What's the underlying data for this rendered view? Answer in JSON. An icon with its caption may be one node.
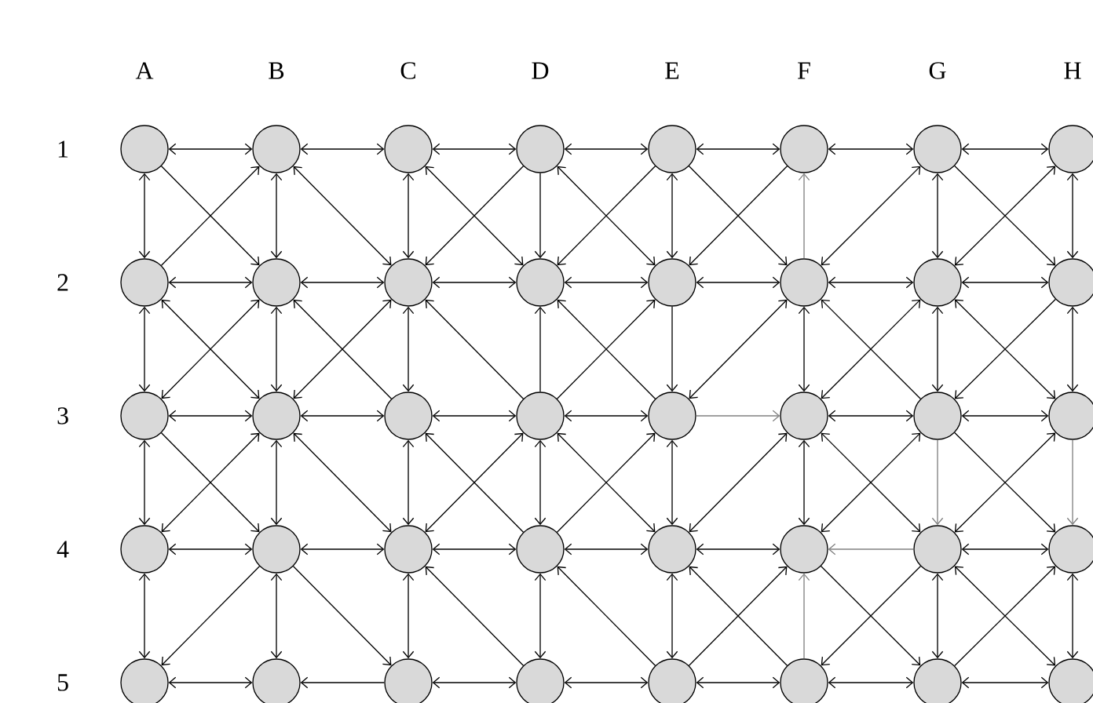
{
  "diagram": {
    "nodes": [
      {
        "text": [],
        "shape": "circle"
      },
      {
        "text": [],
        "shape": "circle"
      },
      {
        "text": [],
        "shape": "circle"
      },
      {
        "text": [],
        "shape": "circle"
      },
      {
        "text": [],
        "shape": "circle"
      },
      {
        "text": [],
        "shape": "circle"
      },
      {
        "text": [],
        "shape": "circle"
      },
      {
        "text": [],
        "shape": "circle"
      },
      {
        "text": [],
        "shape": "circle"
      },
      {
        "text": [],
        "shape": "circle"
      },
      {
        "text": [],
        "shape": "circle"
      },
      {
        "text": [],
        "shape": "circle"
      },
      {
        "text": [],
        "shape": "circle"
      },
      {
        "text": [],
        "shape": "circle"
      },
      {
        "text": [],
        "shape": "circle"
      },
      {
        "text": [],
        "shape": "circle"
      },
      {
        "text": [],
        "shape": "circle"
      },
      {
        "text": [],
        "shape": "circle"
      },
      {
        "text": [],
        "shape": "circle"
      },
      {
        "text": [],
        "shape": "circle"
      },
      {
        "text": [],
        "shape": "circle"
      },
      {
        "text": [],
        "shape": "circle"
      },
      {
        "text": [],
        "shape": "circle"
      },
      {
        "text": [],
        "shape": "circle"
      },
      {
        "text": [],
        "shape": "circle"
      },
      {
        "text": [],
        "shape": "circle"
      },
      {
        "text": [],
        "shape": "circle"
      },
      {
        "text": [],
        "shape": "circle"
      },
      {
        "text": [],
        "shape": "circle"
      },
      {
        "text": [],
        "shape": "circle"
      },
      {
        "text": [],
        "shape": "circle"
      },
      {
        "text": [],
        "shape": "circle"
      },
      {
        "text": [],
        "shape": "circle"
      },
      {
        "text": [],
        "shape": "circle"
      },
      {
        "text": [],
        "shape": "circle"
      },
      {
        "text": [],
        "shape": "circle"
      },
      {
        "text": [],
        "shape": "circle"
      },
      {
        "text": [],
        "shape": "circle"
      },
      {
        "text": [],
        "shape": "circle"
      },
      {
        "text": [],
        "shape": "circle"
      }
    ],
    "edges": [
      {
        "from": 0,
        "to": 1,
        "arrow": "both"
      },
      {
        "from": 1,
        "to": 2,
        "arrow": "both"
      },
      {
        "from": 2,
        "to": 3,
        "arrow": "both"
      },
      {
        "from": 3,
        "to": 4,
        "arrow": "both"
      },
      {
        "from": 4,
        "to": 5,
        "arrow": "both"
      },
      {
        "from": 5,
        "to": 6,
        "arrow": "both"
      },
      {
        "from": 6,
        "to": 7,
        "arrow": "both"
      },
      {
        "from": 8,
        "to": 9,
        "arrow": "both"
      },
      {
        "from": 9,
        "to": 10,
        "arrow": "both"
      },
      {
        "from": 10,
        "to": 11,
        "arrow": "both"
      },
      {
        "from": 11,
        "to": 12,
        "arrow": "both"
      },
      {
        "from": 12,
        "to": 13,
        "arrow": "both"
      },
      {
        "from": 13,
        "to": 14,
        "arrow": "both"
      },
      {
        "from": 14,
        "to": 15,
        "arrow": "both"
      },
      {
        "from": 16,
        "to": 17,
        "arrow": "both"
      },
      {
        "from": 17,
        "to": 18,
        "arrow": "both"
      },
      {
        "from": 18,
        "to": 19,
        "arrow": "both"
      },
      {
        "from": 19,
        "to": 20,
        "arrow": "both"
      },
      {
        "from": 20,
        "to": 21,
        "arrow": "to",
        "color": "#808080"
      },
      {
        "from": 21,
        "to": 22,
        "arrow": "both"
      },
      {
        "from": 22,
        "to": 23,
        "arrow": "both"
      },
      {
        "from": 24,
        "to": 25,
        "arrow": "both"
      },
      {
        "from": 25,
        "to": 26,
        "arrow": "both"
      },
      {
        "from": 26,
        "to": 27,
        "arrow": "both"
      },
      {
        "from": 27,
        "to": 28,
        "arrow": "both"
      },
      {
        "from": 28,
        "to": 29,
        "arrow": "both"
      },
      {
        "from": 30,
        "to": 29,
        "arrow": "to",
        "color": "#808080"
      },
      {
        "from": 30,
        "to": 31,
        "arrow": "both"
      },
      {
        "from": 32,
        "to": 33,
        "arrow": "both"
      },
      {
        "from": 34,
        "to": 33,
        "arrow": "to"
      },
      {
        "from": 34,
        "to": 35,
        "arrow": "both"
      },
      {
        "from": 35,
        "to": 36,
        "arrow": "both"
      },
      {
        "from": 36,
        "to": 37,
        "arrow": "both"
      },
      {
        "from": 37,
        "to": 38,
        "arrow": "both"
      },
      {
        "from": 38,
        "to": 39,
        "arrow": "both"
      },
      {
        "from": 0,
        "to": 8,
        "arrow": "both"
      },
      {
        "from": 1,
        "to": 9,
        "arrow": "both"
      },
      {
        "from": 2,
        "to": 10,
        "arrow": "both"
      },
      {
        "from": 3,
        "to": 11,
        "arrow": "to"
      },
      {
        "from": 4,
        "to": 12,
        "arrow": "both"
      },
      {
        "from": 13,
        "to": 5,
        "arrow": "to",
        "color": "#808080"
      },
      {
        "from": 6,
        "to": 14,
        "arrow": "both"
      },
      {
        "from": 7,
        "to": 15,
        "arrow": "both"
      },
      {
        "from": 8,
        "to": 16,
        "arrow": "both"
      },
      {
        "from": 9,
        "to": 17,
        "arrow": "both"
      },
      {
        "from": 10,
        "to": 18,
        "arrow": "both"
      },
      {
        "from": 19,
        "to": 11,
        "arrow": "to"
      },
      {
        "from": 12,
        "to": 20,
        "arrow": "to"
      },
      {
        "from": 13,
        "to": 21,
        "arrow": "both"
      },
      {
        "from": 14,
        "to": 22,
        "arrow": "both"
      },
      {
        "from": 15,
        "to": 23,
        "arrow": "both"
      },
      {
        "from": 16,
        "to": 24,
        "arrow": "both"
      },
      {
        "from": 17,
        "to": 25,
        "arrow": "both"
      },
      {
        "from": 18,
        "to": 26,
        "arrow": "both"
      },
      {
        "from": 19,
        "to": 27,
        "arrow": "both"
      },
      {
        "from": 20,
        "to": 28,
        "arrow": "both"
      },
      {
        "from": 21,
        "to": 29,
        "arrow": "both"
      },
      {
        "from": 22,
        "to": 30,
        "arrow": "to",
        "color": "#808080"
      },
      {
        "from": 23,
        "to": 31,
        "arrow": "to",
        "color": "#808080"
      },
      {
        "from": 24,
        "to": 32,
        "arrow": "both"
      },
      {
        "from": 25,
        "to": 33,
        "arrow": "both"
      },
      {
        "from": 26,
        "to": 34,
        "arrow": "both"
      },
      {
        "from": 27,
        "to": 35,
        "arrow": "both"
      },
      {
        "from": 28,
        "to": 36,
        "arrow": "both"
      },
      {
        "from": 37,
        "to": 29,
        "arrow": "to",
        "color": "#808080"
      },
      {
        "from": 30,
        "to": 38,
        "arrow": "both"
      },
      {
        "from": 31,
        "to": 39,
        "arrow": "both"
      },
      {
        "from": 0,
        "to": 9,
        "arrow": "to"
      },
      {
        "from": 8,
        "to": 1,
        "arrow": "to"
      },
      {
        "from": 1,
        "to": 10,
        "arrow": "both"
      },
      {
        "from": 2,
        "to": 11,
        "arrow": "both"
      },
      {
        "from": 3,
        "to": 10,
        "arrow": "to"
      },
      {
        "from": 3,
        "to": 12,
        "arrow": "both"
      },
      {
        "from": 4,
        "to": 11,
        "arrow": "to"
      },
      {
        "from": 4,
        "to": 13,
        "arrow": "to"
      },
      {
        "from": 5,
        "to": 12,
        "arrow": "to"
      },
      {
        "from": 6,
        "to": 13,
        "arrow": "both"
      },
      {
        "from": 6,
        "to": 15,
        "arrow": "to"
      },
      {
        "from": 7,
        "to": 14,
        "arrow": "both"
      },
      {
        "from": 9,
        "to": 16,
        "arrow": "both"
      },
      {
        "from": 8,
        "to": 17,
        "arrow": "both"
      },
      {
        "from": 18,
        "to": 9,
        "arrow": "to"
      },
      {
        "from": 10,
        "to": 17,
        "arrow": "both"
      },
      {
        "from": 19,
        "to": 10,
        "arrow": "to"
      },
      {
        "from": 19,
        "to": 12,
        "arrow": "to"
      },
      {
        "from": 20,
        "to": 11,
        "arrow": "to"
      },
      {
        "from": 20,
        "to": 13,
        "arrow": "both"
      },
      {
        "from": 22,
        "to": 13,
        "arrow": "to"
      },
      {
        "from": 21,
        "to": 14,
        "arrow": "both"
      },
      {
        "from": 14,
        "to": 23,
        "arrow": "both"
      },
      {
        "from": 15,
        "to": 22,
        "arrow": "to"
      },
      {
        "from": 16,
        "to": 25,
        "arrow": "to"
      },
      {
        "from": 17,
        "to": 24,
        "arrow": "both"
      },
      {
        "from": 17,
        "to": 26,
        "arrow": "both"
      },
      {
        "from": 27,
        "to": 18,
        "arrow": "to"
      },
      {
        "from": 19,
        "to": 26,
        "arrow": "both"
      },
      {
        "from": 19,
        "to": 28,
        "arrow": "both"
      },
      {
        "from": 27,
        "to": 20,
        "arrow": "to"
      },
      {
        "from": 28,
        "to": 21,
        "arrow": "both"
      },
      {
        "from": 21,
        "to": 30,
        "arrow": "both"
      },
      {
        "from": 22,
        "to": 29,
        "arrow": "both"
      },
      {
        "from": 22,
        "to": 31,
        "arrow": "to"
      },
      {
        "from": 23,
        "to": 30,
        "arrow": "both"
      },
      {
        "from": 25,
        "to": 32,
        "arrow": "to"
      },
      {
        "from": 25,
        "to": 34,
        "arrow": "to"
      },
      {
        "from": 35,
        "to": 26,
        "arrow": "to"
      },
      {
        "from": 36,
        "to": 27,
        "arrow": "to"
      },
      {
        "from": 36,
        "to": 29,
        "arrow": "to"
      },
      {
        "from": 37,
        "to": 28,
        "arrow": "to"
      },
      {
        "from": 29,
        "to": 38,
        "arrow": "to"
      },
      {
        "from": 30,
        "to": 37,
        "arrow": "to"
      },
      {
        "from": 30,
        "to": 39,
        "arrow": "both"
      },
      {
        "from": 38,
        "to": 31,
        "arrow": "to"
      }
    ],
    "labels": [
      "A",
      "B",
      "C",
      "D",
      "E",
      "F",
      "G",
      "H",
      "1",
      "2",
      "3",
      "4",
      "5"
    ]
  }
}
